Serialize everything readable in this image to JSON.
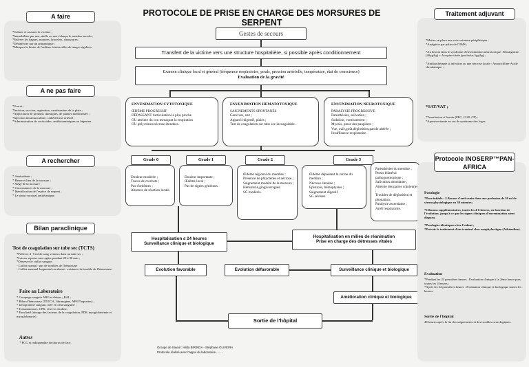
{
  "title": "PROTOCOLE DE PRISE EN CHARGE DES MORSURES DE SERPENT",
  "left": {
    "afaire_title": "A faire",
    "afaire_text": "*Calmer et rassurer la victime ;\n*Immobiliser par une attelle ou une écharpe le membre mordu ;\n*Enlever les bagues, montres, bracelets, chaussures ;\n*Désinfecter par un antiseptique ;\n*Marquer la limite de l'œdème à intervalles de temps réguliers.",
    "anepas_title": "A ne pas faire",
    "anepas_text": "*Garrot ;\n*Incision, succion, aspiration, cautérisation de la plaie ;\n*Application de produits chimiques, de plantes médicinales ;\n*Injection intramusculaire, cathétérisme artériel ;\n*Administration de corticoïdes, antihistaminiques ou héparine.",
    "rechercher_title": "A rechercher",
    "rechercher_text": "* Antécédents ;\n* Heure et lieu de la morsure ;\n* Siège de la morsure ;\n* Circonstances de la morsure ;\n* Identification de l'espèce de serpent ;\n* Le statut vaccinal antitétanique.",
    "bilan_title": "Bilan paraclinique",
    "tcts_title": "Test de coagulation sur tube sec (TCTS)",
    "tcts_text": "*Prélever 4 -5 ml de sang veineux dans un tube sec ;\n*Laisser reposer sans agiter pendant 20 à 30 min ;\n*Observer le caillot sanguin\n- Caillot normal : pas de troubles de l'hémostase\n- Caillot anormal fragmenté ou absent : existence de trouble de l'hémostase.",
    "labo_title": "Faire au Laboratoire",
    "labo_text": "* Groupage sanguin ABO et rhésus ; RAI ;\n* Bilan d'hémostase (TP,TCA, fibrinogène, NFS Plaquettes) ;\n* Ionogramme sanguin, urée et créat sanguine ;\n* Transaminases, CPK, réserve alcaline ;\n* Facultatif (dosage des facteurs de la coagulation, PDF, myoglobinémie et myoglobinurie)",
    "autres_title": "Autres",
    "autres_text": "* ECG et radiographie du thorax de face."
  },
  "center": {
    "gestes": "Gestes de secours",
    "transfert": "Transfert de la victime vers une structure hospitalière, si possible après conditionnement",
    "examen": "Examen clinique local et général (fréquence respiratoire, pouls, pression artérielle, température, état de conscience)",
    "evaluation": "Evaluation de la gravité",
    "cyto_title": "ENVENIMATION CYTOTOXIQUE",
    "cyto_text": "ŒDÈME PROGRESSIF\nDÉPASSANT l'articulation la plus proche\nOU atteinte du cou menaçant la respiration\nOU phlyctènes/nécrose étendues.",
    "hemato_title": "ENVENIMATION HEMATOTOXIQUE",
    "hemato_text": "SAIGNEMENTS SPONTANÉS\nGencives, nez ;\nAppareil digestif, plaies ;\nTest de coagulation sur tube sec incoagulable.",
    "neuro_title": "ENVENIMATION NEUROTOXIQUE",
    "neuro_text": "PARALYSIE PROGRESSIVE\nParesthésies, salivation ;\nSudation, vomissement ;\nMyosis, ptose des paupières ;\nVue, ouïe,goût,déglutition,parole altérée ;\nInsuffisance respiratoire.",
    "g0": "Grade 0",
    "g0_text": "Douleur modérée ;\nTraces de crochets ;\nPas d'œdèmes ;\nAbsence de réaction locale.",
    "g1": "Grade 1",
    "g1_text": "Douleur importante ;\nŒdème local ;\nPas de signes généraux.",
    "g2": "Grade 2",
    "g2_text": "Œdème régional du membre ;\nPrésence de phlyctènes et nécrose ;\nSaignement modéré de la morsure ;\nHématurie,gingivorragies;\nSG modérés.",
    "g3": "Grade 3",
    "g3_text": "Œdème dépassant la racine du membre ;\nNécrose étendue ;\nEpistaxis, hémoptysies ;\nSaignement digestif\nSG sévères.",
    "g3b_text": "Paresthésies du membre ;\nPtosis bilatéral pathognomonique ;\nSalivation abondante ;\nAtteinte des paires crâniennes ;\nTroubles de déglutition et phonation ;\nParalysie ascendante ;\nArrêt respiratoire.",
    "hosp24_1": "Hospitalisation ≤ 24 heures",
    "hosp24_2": "Surveillance clinique et biologique",
    "hospR_1": "Hospitalisation en milieu de réanimation",
    "hospR_2": "Prise en charge des détresses vitales",
    "evo_fav": "Evolution favorable",
    "evo_defav": "Evolution défavorable",
    "surv": "Surveillance clinique et biologique",
    "amelio": "Amélioration clinique et biologique",
    "sortie": "Sortie de l'hôpital",
    "credits_1": "Groupe de travail : Hilda BIRINDA - Stéphane OLIVEIRA",
    "credits_2": "Protocole réalisé avec l'appui du laboratoire ........"
  },
  "right": {
    "trait_title": "Traitement adjuvant",
    "trait_text1": "*Mettre en place une voie veineuse périphérique ;\n*Analgésie par palier de l'OMS ;\n\n*Au besoin dans le syndrome d'envenimation neurotoxique: Néostigmine (40μg/kg) + Atropine titrée (par bolus 5μg/kg) ;\n\n*Antibiothérapie si infection ou une nécrose locale : Amoxicilline-Acide clavulanique ;",
    "sat": "*SAT/VAT ;",
    "trait_text2": "*Transfusion si besoin (PFC, CGR, CP) ;\n*Aponévrotomie en cas de syndrome des loges.",
    "proto_title": "Protocole INOSERP™PAN-AFRICA",
    "posologie_title": "Posologie",
    "posologie_text": "*Dose initiale : 2 flacons d'anti venin dans une perfusion de 50 ml de sérum physiologique en 30 minutes ;\n\n*2 flacons supplémentaires, toutes les 4-6 heures, en fonction de l'évolution, jusqu'à ce que les signes cliniques d'envenimation aient disparu.\n\n*Posologies identiques chez l'enfant ;\n*Prévoir le traitement d'un éventuel choc anaphylactique (Adrénaline).",
    "evaluation_title": "Evaluation",
    "evaluation_text": "*Pendant les 24 premières heures : Evaluation clinique à la 2ème heure puis toutes les 4 heures ;\n*Après les 24 premières heures : Evaluation clinique et biologique toutes les heures.",
    "sortie_title": "Sortie de l'hôpital",
    "sortie_text": "48 heures après la fin des saignements et des troubles neurologiques."
  }
}
